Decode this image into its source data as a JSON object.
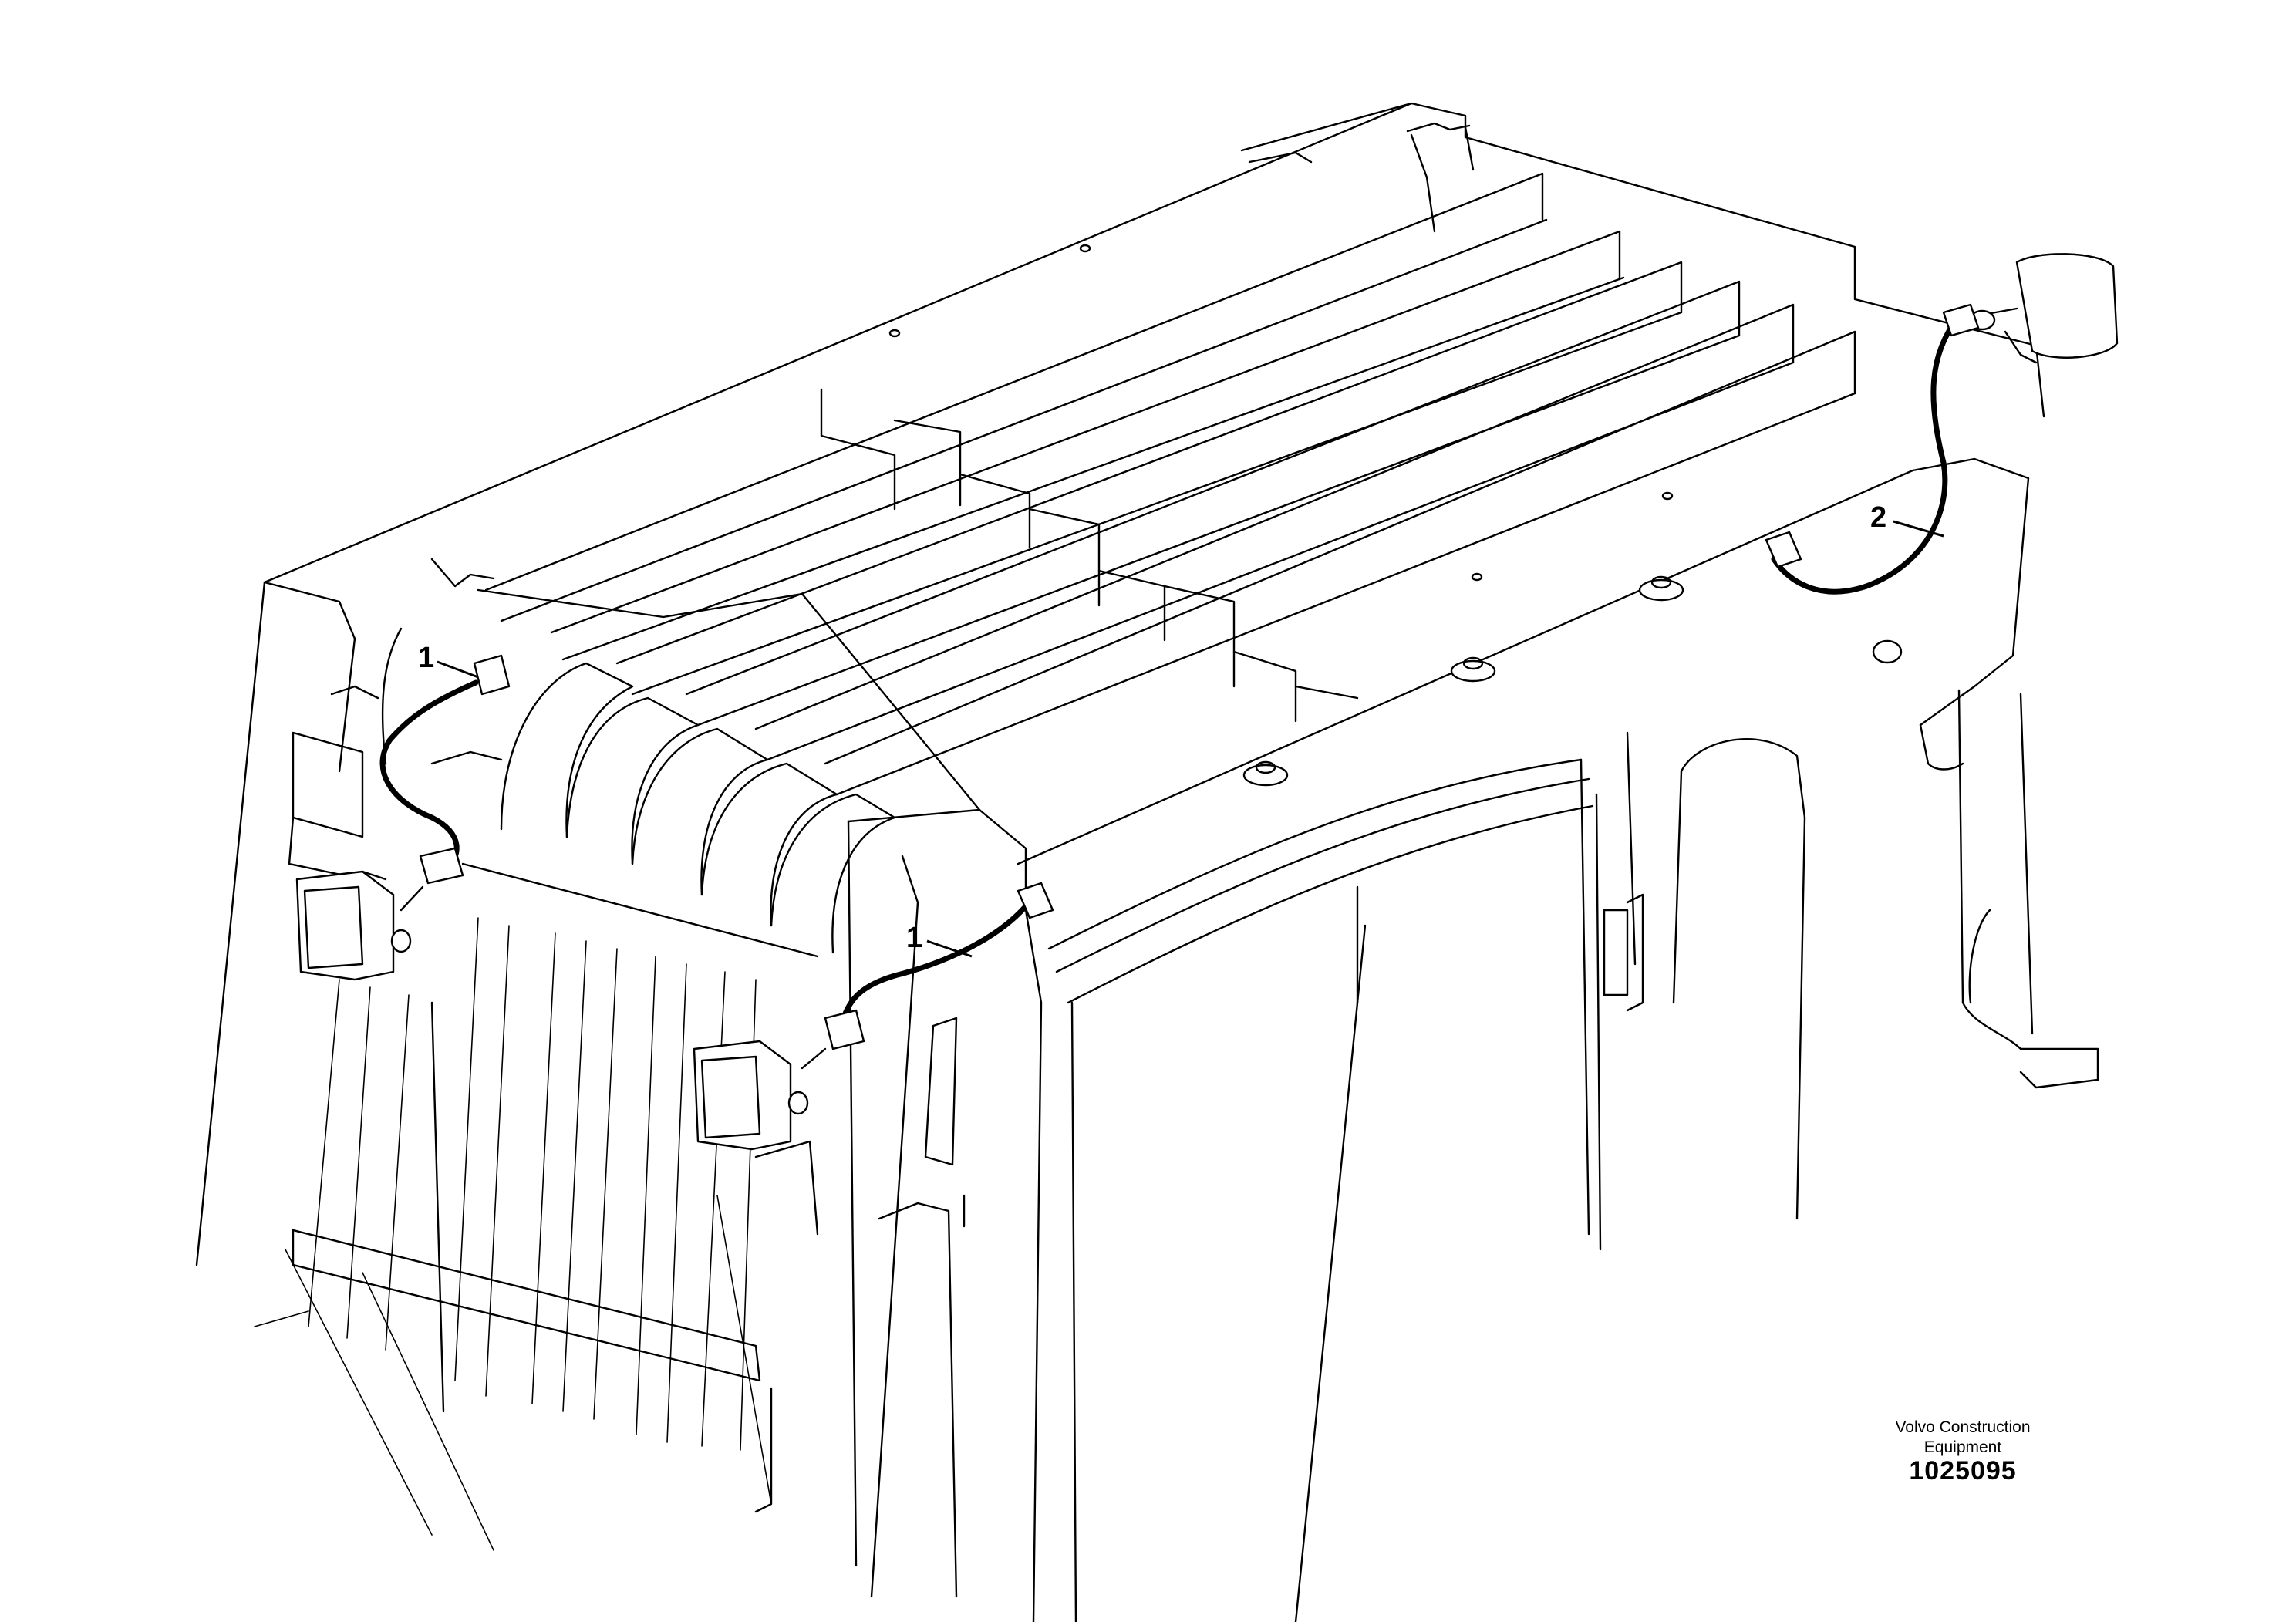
{
  "callouts": [
    {
      "id": "callout-1-left",
      "label": "1"
    },
    {
      "id": "callout-1-center",
      "label": "1"
    },
    {
      "id": "callout-2-right",
      "label": "2"
    }
  ],
  "brand": {
    "line1": "Volvo Construction",
    "line2": "Equipment"
  },
  "drawing_number": "1025095"
}
